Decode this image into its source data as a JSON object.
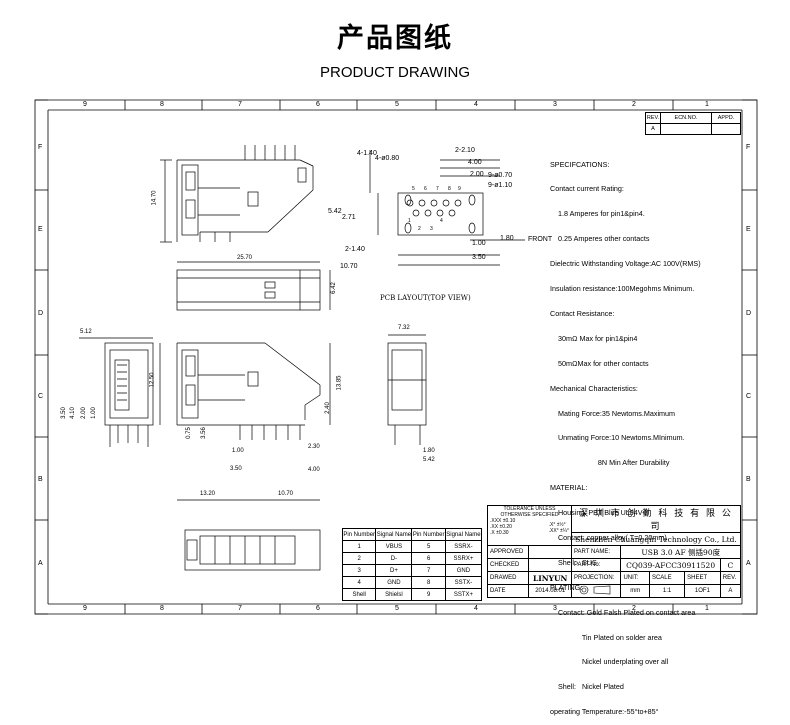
{
  "header": {
    "title_cn": "产品图纸",
    "title_en": "PRODUCT DRAWING"
  },
  "grid": {
    "cols": [
      "9",
      "8",
      "7",
      "6",
      "5",
      "4",
      "3",
      "2",
      "1"
    ],
    "rows": [
      "F",
      "E",
      "D",
      "C",
      "B",
      "A"
    ]
  },
  "revision_table": {
    "headers": [
      "REV.",
      "ECN.NO.",
      "APPD."
    ],
    "rev": "A"
  },
  "specs": {
    "lines": [
      "SPECIFCATIONS:",
      "Contact current Rating:",
      "    1.8 Amperes for pin1&pin4.",
      "    0.25 Amperes other contacts",
      "Dielectric Withstanding Voltage:AC 100V(RMS)",
      "Insulation resistance:100Megohms Minimum.",
      "Contact Resistance:",
      "    30mΩ Max for pin1&pin4",
      "    50mΩMax for other contacts",
      "Mechanical Characteristics:",
      "    Mating Force:35 Newtoms.Maximum",
      "    Unmating Force:10 Newtoms.MInimum.",
      "                        8N Min After Durability",
      "MATERIAL:",
      "    Housing: PBT Blue UL94V-0",
      "    Contact: copper alloy( T=0.20mm)",
      "    Shell:   SUS",
      "PLATING:",
      "    Contact: Gold Falsh Plated on contact area",
      "                Tin Plated on solder area",
      "                Nickel underplating over all",
      "    Shell:   Nickel Plated",
      "operating Temperature:-55°to+85°"
    ]
  },
  "pcb_layout": {
    "caption": "PCB LAYOUT(TOP VIEW)",
    "front": "FRONT",
    "dims": {
      "d210": "2-2.10",
      "d400": "4.00",
      "d200": "2.00",
      "d140": "4-1.40",
      "d080": "4-ø0.80",
      "d070": "9-ø0.70",
      "d110": "9-ø1.10",
      "d542": "5.42",
      "d271": "2.71",
      "d2140": "2-1.40",
      "d1070": "10.70",
      "d100": "1.00",
      "d350": "3.50",
      "d180": "1.80"
    },
    "pins": [
      "1",
      "2",
      "3",
      "4",
      "5",
      "6",
      "7",
      "8",
      "9"
    ]
  },
  "views": {
    "side_top": {
      "height": "14.70"
    },
    "top": {
      "length": "25.70",
      "height": "6.42"
    },
    "front": {
      "width": "5.12",
      "dims": [
        "12.50",
        "3.50",
        "4.10",
        "2.00",
        "1.00"
      ]
    },
    "side_bottom": {
      "dims": [
        "0.75",
        "3.56",
        "1.00",
        "3.50",
        "13.20",
        "10.70",
        "2.30",
        "4.00",
        "2.40",
        "13.85"
      ]
    },
    "right": {
      "width": "7.32",
      "dims": [
        "1.80",
        "5.42"
      ]
    }
  },
  "pin_table": {
    "headers": [
      "Pin Number",
      "Signal Name",
      "Pin Number",
      "Signal Name"
    ],
    "rows": [
      [
        "1",
        "VBUS",
        "5",
        "SSRX-"
      ],
      [
        "2",
        "D-",
        "6",
        "SSRX+"
      ],
      [
        "3",
        "D+",
        "7",
        "GND"
      ],
      [
        "4",
        "GND",
        "8",
        "SSTX-"
      ],
      [
        "Shell",
        "Shielsl",
        "9",
        "SSTX+"
      ]
    ]
  },
  "title_block": {
    "tolerance_title": "TOLERANCE UNLESS OTHERWISE SPECIFIED",
    "tol_lines": [
      ".XXX ±0.10",
      ".XX  ±0.20",
      ".X   ±0.30"
    ],
    "angle_lines": [
      ".X°  ±½°",
      ".XX° ±¼°"
    ],
    "company_cn": "深 圳 市 创 勤 科 技 有 限 公 司",
    "company_en": "Shenzhen Chuangqin Technology Co., Ltd.",
    "approved": "APPROVED",
    "checked": "CHECKED",
    "drawed": "DRAWED",
    "drawer": "LINYUN",
    "date_label": "DATE",
    "date": "2014.08.01",
    "part_name_label": "PART NAME:",
    "part_name": "USB 3.0 AF 侧插90度",
    "part_no_label": "PART No:",
    "part_no": "CQ039-AFCC30911520",
    "rev_code": "C",
    "projection": "PROJECTION:",
    "unit_label": "UNIT:",
    "scale_label": "SCALE",
    "sheet_label": "SHEET",
    "rev_label": "REV.",
    "unit": "mm",
    "scale": "1:1",
    "sheet": "1OF1",
    "rev": "A"
  }
}
